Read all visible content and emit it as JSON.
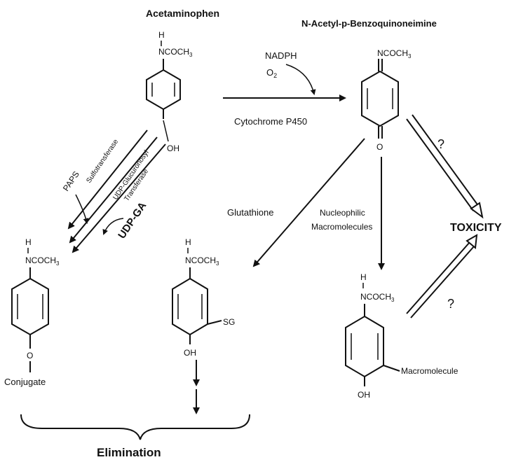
{
  "compounds": {
    "acetaminophen": {
      "name": "Acetaminophen",
      "h": "H",
      "group": "NCOCH",
      "sub": "3",
      "oh": "OH"
    },
    "napqi": {
      "name": "N-Acetyl-p-Benzoquinoneimine",
      "group": "NCOCH",
      "sub": "3",
      "o": "O"
    },
    "conjugate": {
      "h": "H",
      "group": "NCOCH",
      "sub": "3",
      "o": "O",
      "label": "Conjugate"
    },
    "glutathione_adduct": {
      "h": "H",
      "group": "NCOCH",
      "sub": "3",
      "sg": "SG",
      "oh": "OH"
    },
    "macromolecule_adduct": {
      "h": "H",
      "group": "NCOCH",
      "sub": "3",
      "label": "Macromolecule",
      "oh": "OH"
    }
  },
  "reactions": {
    "oxidation": {
      "cofactor1": "NADPH",
      "cofactor2": "O",
      "cofactor2_sub": "2",
      "enzyme": "Cytochrome P450"
    },
    "sulfation": {
      "cofactor": "PAPS",
      "enzyme": "Sulfotransferase"
    },
    "glucuronidation": {
      "enzyme_line1": "UDP-Glucuronosyl",
      "enzyme_line2": "Transferase",
      "cofactor": "UDP-GA"
    },
    "glutathione": {
      "label": "Glutathione"
    },
    "nucleophilic": {
      "line1": "Nucleophilic",
      "line2": "Macromolecules"
    }
  },
  "outcomes": {
    "toxicity": "TOXICITY",
    "question1": "?",
    "question2": "?",
    "elimination": "Elimination"
  }
}
